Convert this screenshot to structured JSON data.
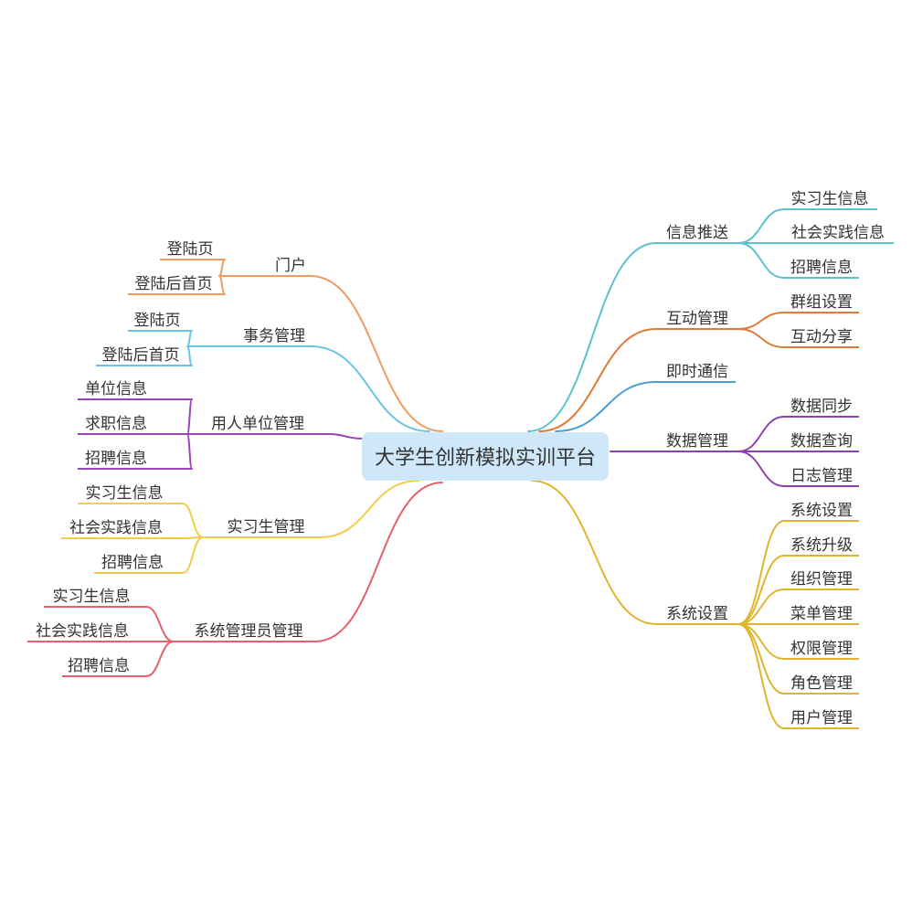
{
  "root": {
    "label": "大学生创新模拟实训平台",
    "bg_color": "#cfe8f9"
  },
  "left_branches": [
    {
      "label": "门户",
      "color": "#f19a5e",
      "children": [
        "登陆页",
        "登陆后首页"
      ]
    },
    {
      "label": "事务管理",
      "color": "#6ac4e6",
      "children": [
        "登陆页",
        "登陆后首页"
      ]
    },
    {
      "label": "用人单位管理",
      "color": "#9a44b5",
      "children": [
        "单位信息",
        "求职信息",
        "招聘信息"
      ]
    },
    {
      "label": "实习生管理",
      "color": "#f3cc4a",
      "children": [
        "实习生信息",
        "社会实践信息",
        "招聘信息"
      ]
    },
    {
      "label": "系统管理员管理",
      "color": "#e4606c",
      "children": [
        "实习生信息",
        "社会实践信息",
        "招聘信息"
      ]
    }
  ],
  "right_branches": [
    {
      "label": "信息推送",
      "color": "#5bc1cf",
      "children": [
        "实习生信息",
        "社会实践信息",
        "招聘信息"
      ]
    },
    {
      "label": "互动管理",
      "color": "#e07a37",
      "children": [
        "群组设置",
        "互动分享"
      ]
    },
    {
      "label": "即时通信",
      "color": "#4a9fd2",
      "children": []
    },
    {
      "label": "数据管理",
      "color": "#8e3fb0",
      "children": [
        "数据同步",
        "数据查询",
        "日志管理"
      ]
    },
    {
      "label": "系统设置",
      "color": "#e0b52d",
      "children": [
        "系统设置",
        "系统升级",
        "组织管理",
        "菜单管理",
        "权限管理",
        "角色管理",
        "用户管理"
      ]
    }
  ]
}
